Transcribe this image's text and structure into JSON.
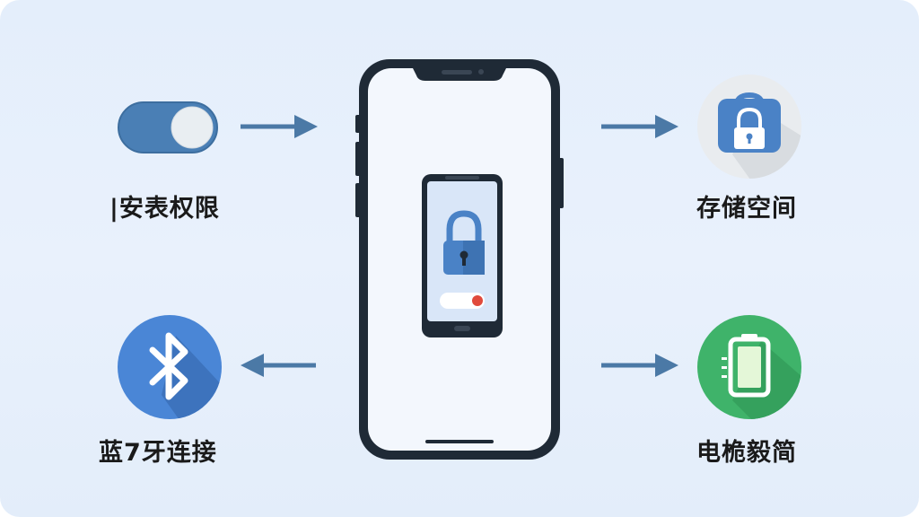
{
  "labels": {
    "top_left": "|安表权限",
    "top_right": "存储空间",
    "bottom_left": "蓝7牙连接",
    "bottom_right": "电桅毅简"
  },
  "icons": {
    "top_left": "toggle-switch-icon",
    "top_right": "lock-icon",
    "bottom_left": "bluetooth-icon",
    "bottom_right": "battery-icon",
    "center": "smartphone-icon",
    "center_inner": "lock-icon"
  },
  "colors": {
    "background": "#e6effb",
    "phone_frame": "#1f2a36",
    "toggle_blue": "#4a7fb5",
    "arrow": "#4b79a6",
    "bluetooth_blue": "#4a86d6",
    "battery_green": "#3fb36a",
    "lock_blue": "#4a82c6",
    "status_red": "#e04a3c"
  }
}
